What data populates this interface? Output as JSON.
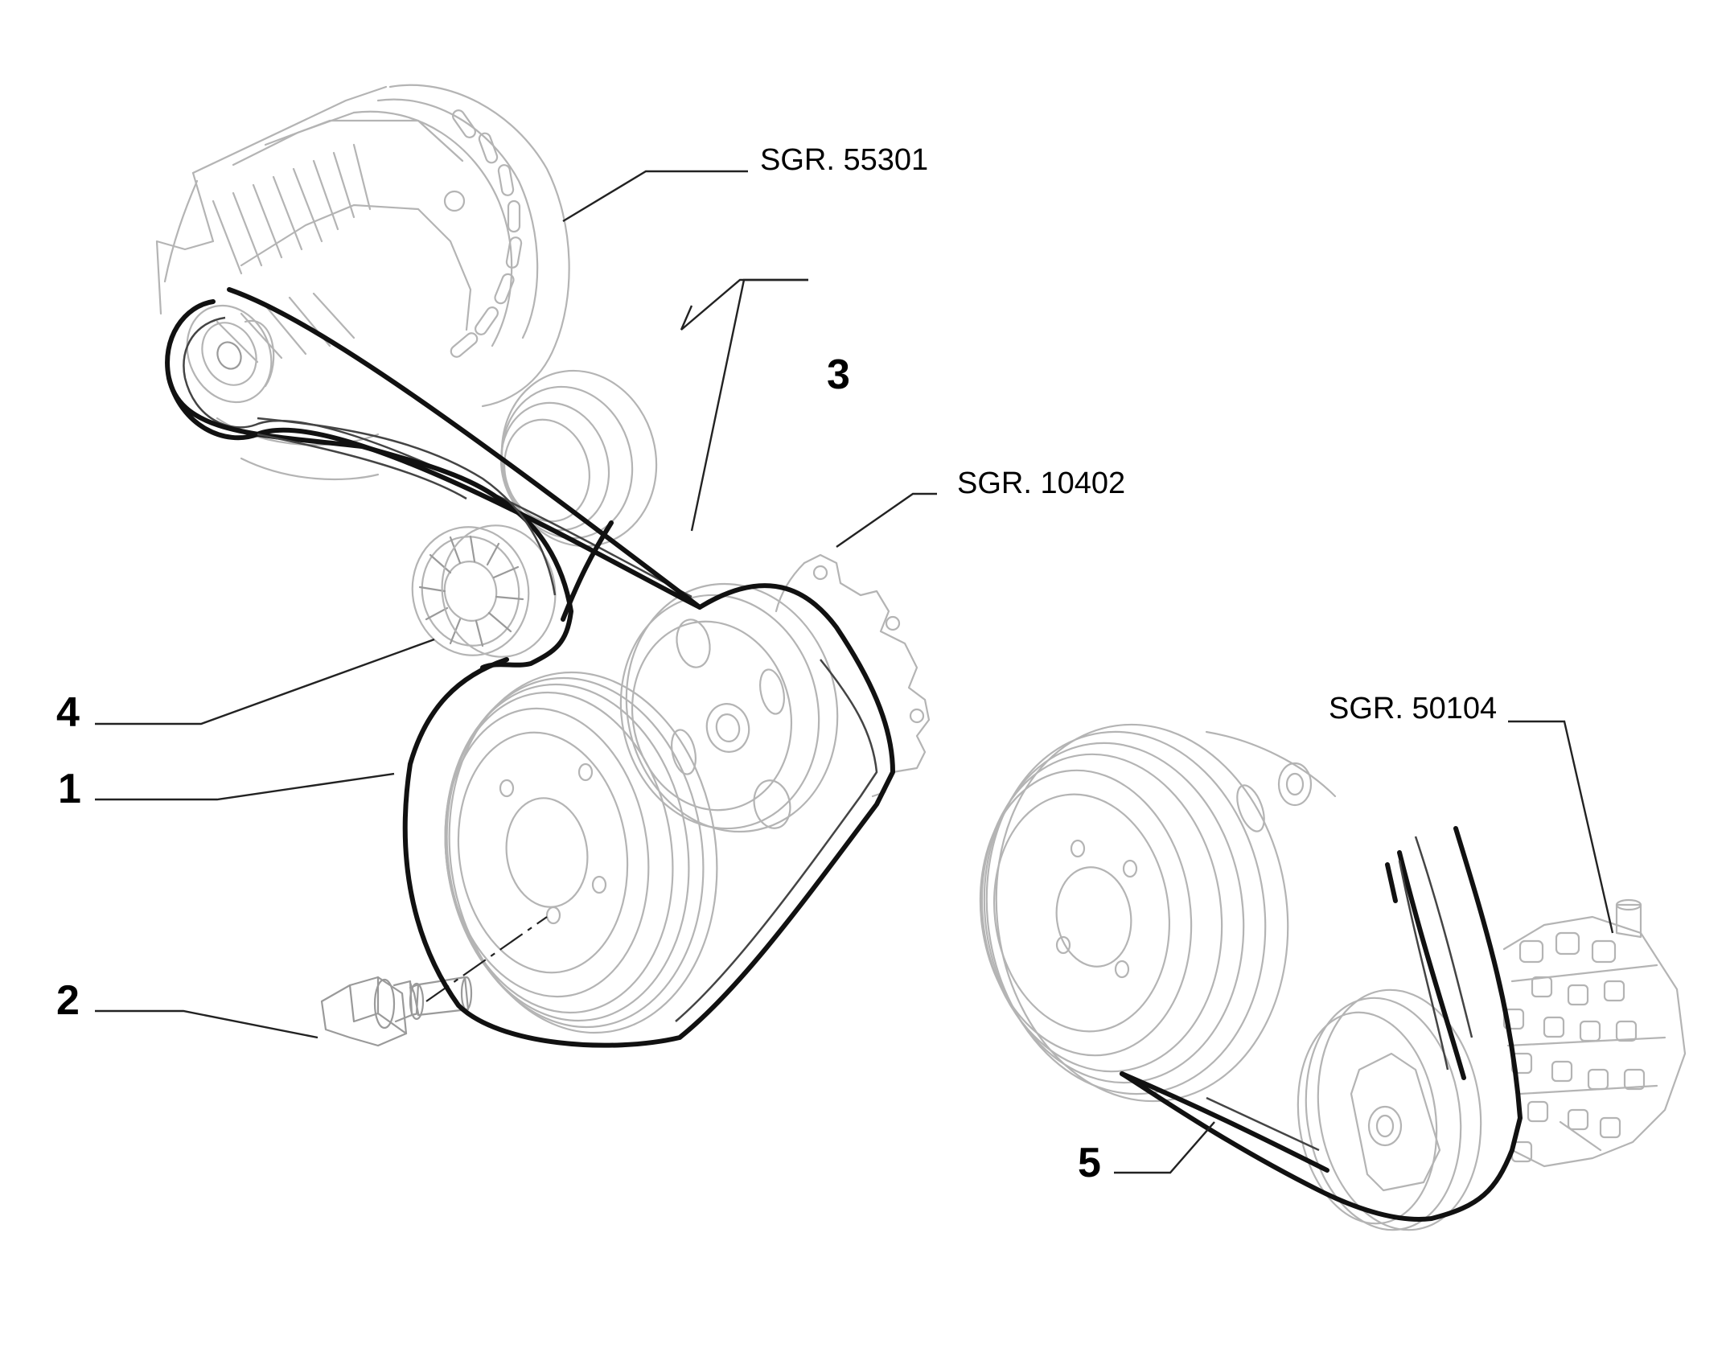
{
  "callouts": [
    {
      "id": "1",
      "label": "1"
    },
    {
      "id": "2",
      "label": "2"
    },
    {
      "id": "3",
      "label": "3"
    },
    {
      "id": "4",
      "label": "4"
    },
    {
      "id": "5",
      "label": "5"
    }
  ],
  "references": [
    {
      "id": "alternator",
      "label": "SGR. 55301"
    },
    {
      "id": "water-pump",
      "label": "SGR. 10402"
    },
    {
      "id": "ac-compressor",
      "label": "SGR. 50104"
    }
  ],
  "colors": {
    "outline": "#b4b4b4",
    "belt": "#111111",
    "leader": "#222222"
  }
}
